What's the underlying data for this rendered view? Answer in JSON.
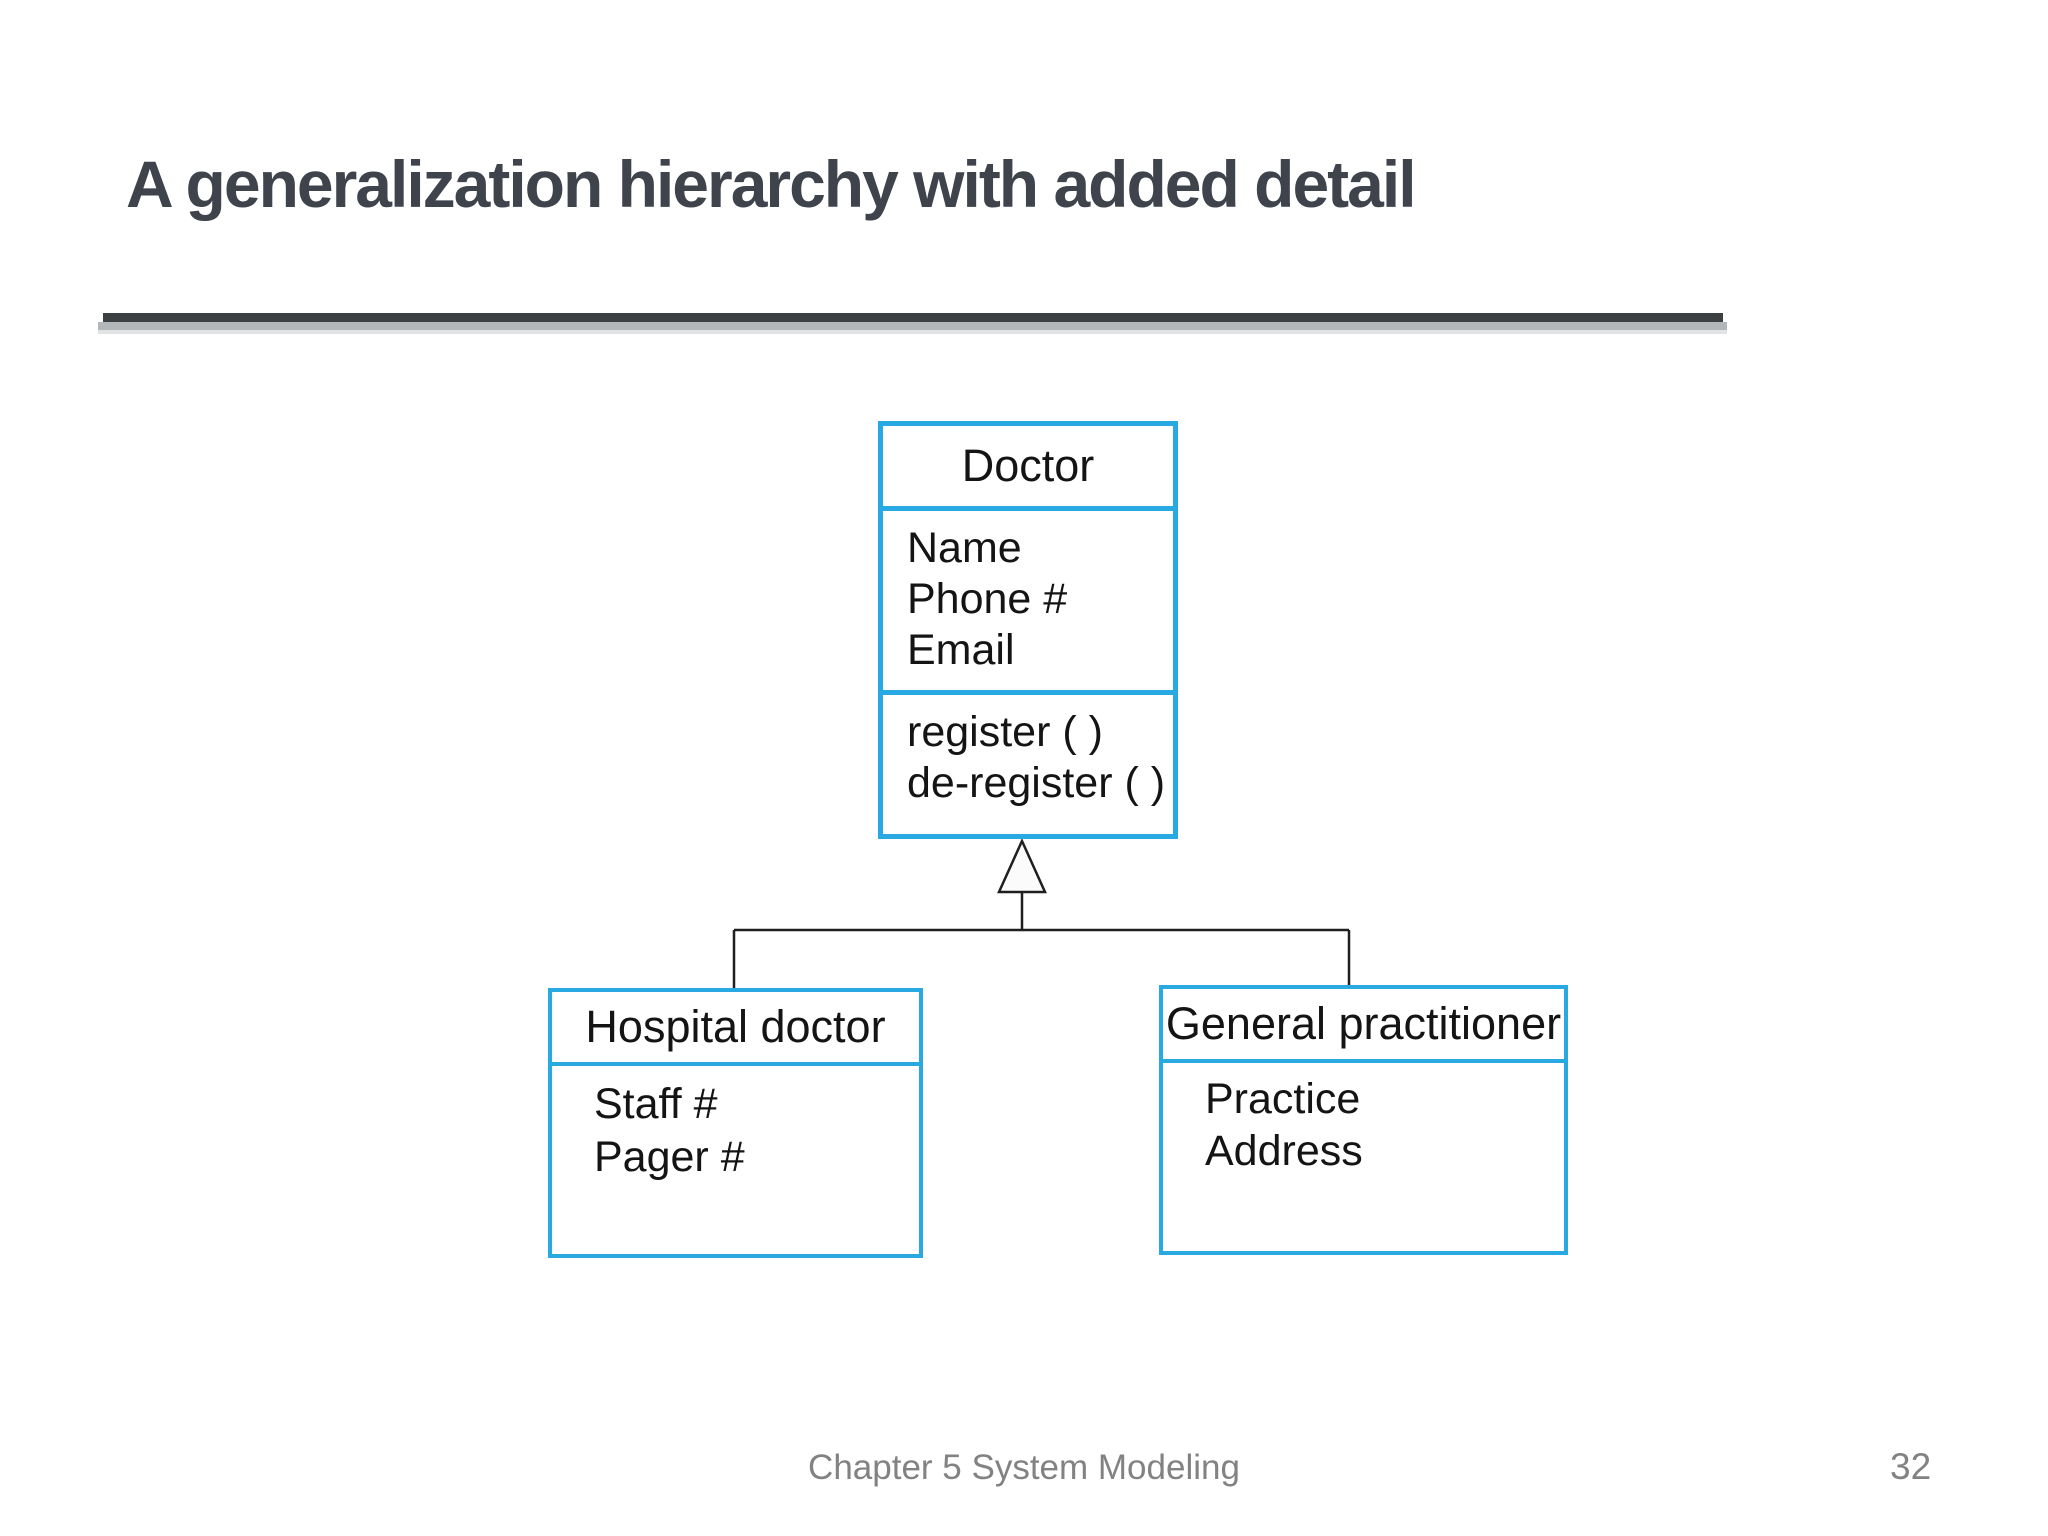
{
  "slide": {
    "title": "A generalization hierarchy with added detail",
    "footer": {
      "chapter": "Chapter 5 System Modeling",
      "page_number": "32"
    }
  },
  "diagram": {
    "type": "uml-class-generalization-hierarchy",
    "parent_class": {
      "name": "Doctor",
      "attributes": [
        "Name",
        "Phone #",
        "Email"
      ],
      "operations": [
        "register ( )",
        "de-register ( )"
      ]
    },
    "child_classes": [
      {
        "name": "Hospital doctor",
        "attributes": [
          "Staff #",
          "Pager #"
        ]
      },
      {
        "name": "General practitioner",
        "attributes": [
          "Practice",
          "Address"
        ]
      }
    ]
  },
  "colors": {
    "class_border": "#29a9e1",
    "diagram_text": "#141414",
    "connector_line": "#1f1f1f",
    "title_text": "#3e434c",
    "rule_dark": "#3c4043",
    "rule_light": "#b4b7b9",
    "footer_text": "#828282",
    "background": "#ffffff"
  }
}
